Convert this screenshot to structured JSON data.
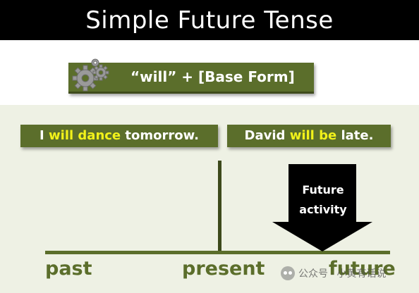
{
  "title": "Simple Future Tense",
  "formula": {
    "text": "“will” + [Base Form]",
    "icon": "gears-icon"
  },
  "examples": [
    {
      "pre": "I ",
      "highlight": "will dance",
      "post": " tomorrow."
    },
    {
      "pre": "David ",
      "highlight": "will be",
      "post": " late."
    }
  ],
  "timeline": {
    "labels": {
      "past": "past",
      "present": "present",
      "future": "future"
    }
  },
  "arrow": {
    "line1": "Future",
    "line2": "activity"
  },
  "watermark": {
    "text": "公众号 · 小黄有话说",
    "icon": "wechat-icon"
  },
  "colors": {
    "olive": "#5b6e2b",
    "highlight": "#f2f21a",
    "background": "#eef1e4",
    "header": "#000000"
  }
}
